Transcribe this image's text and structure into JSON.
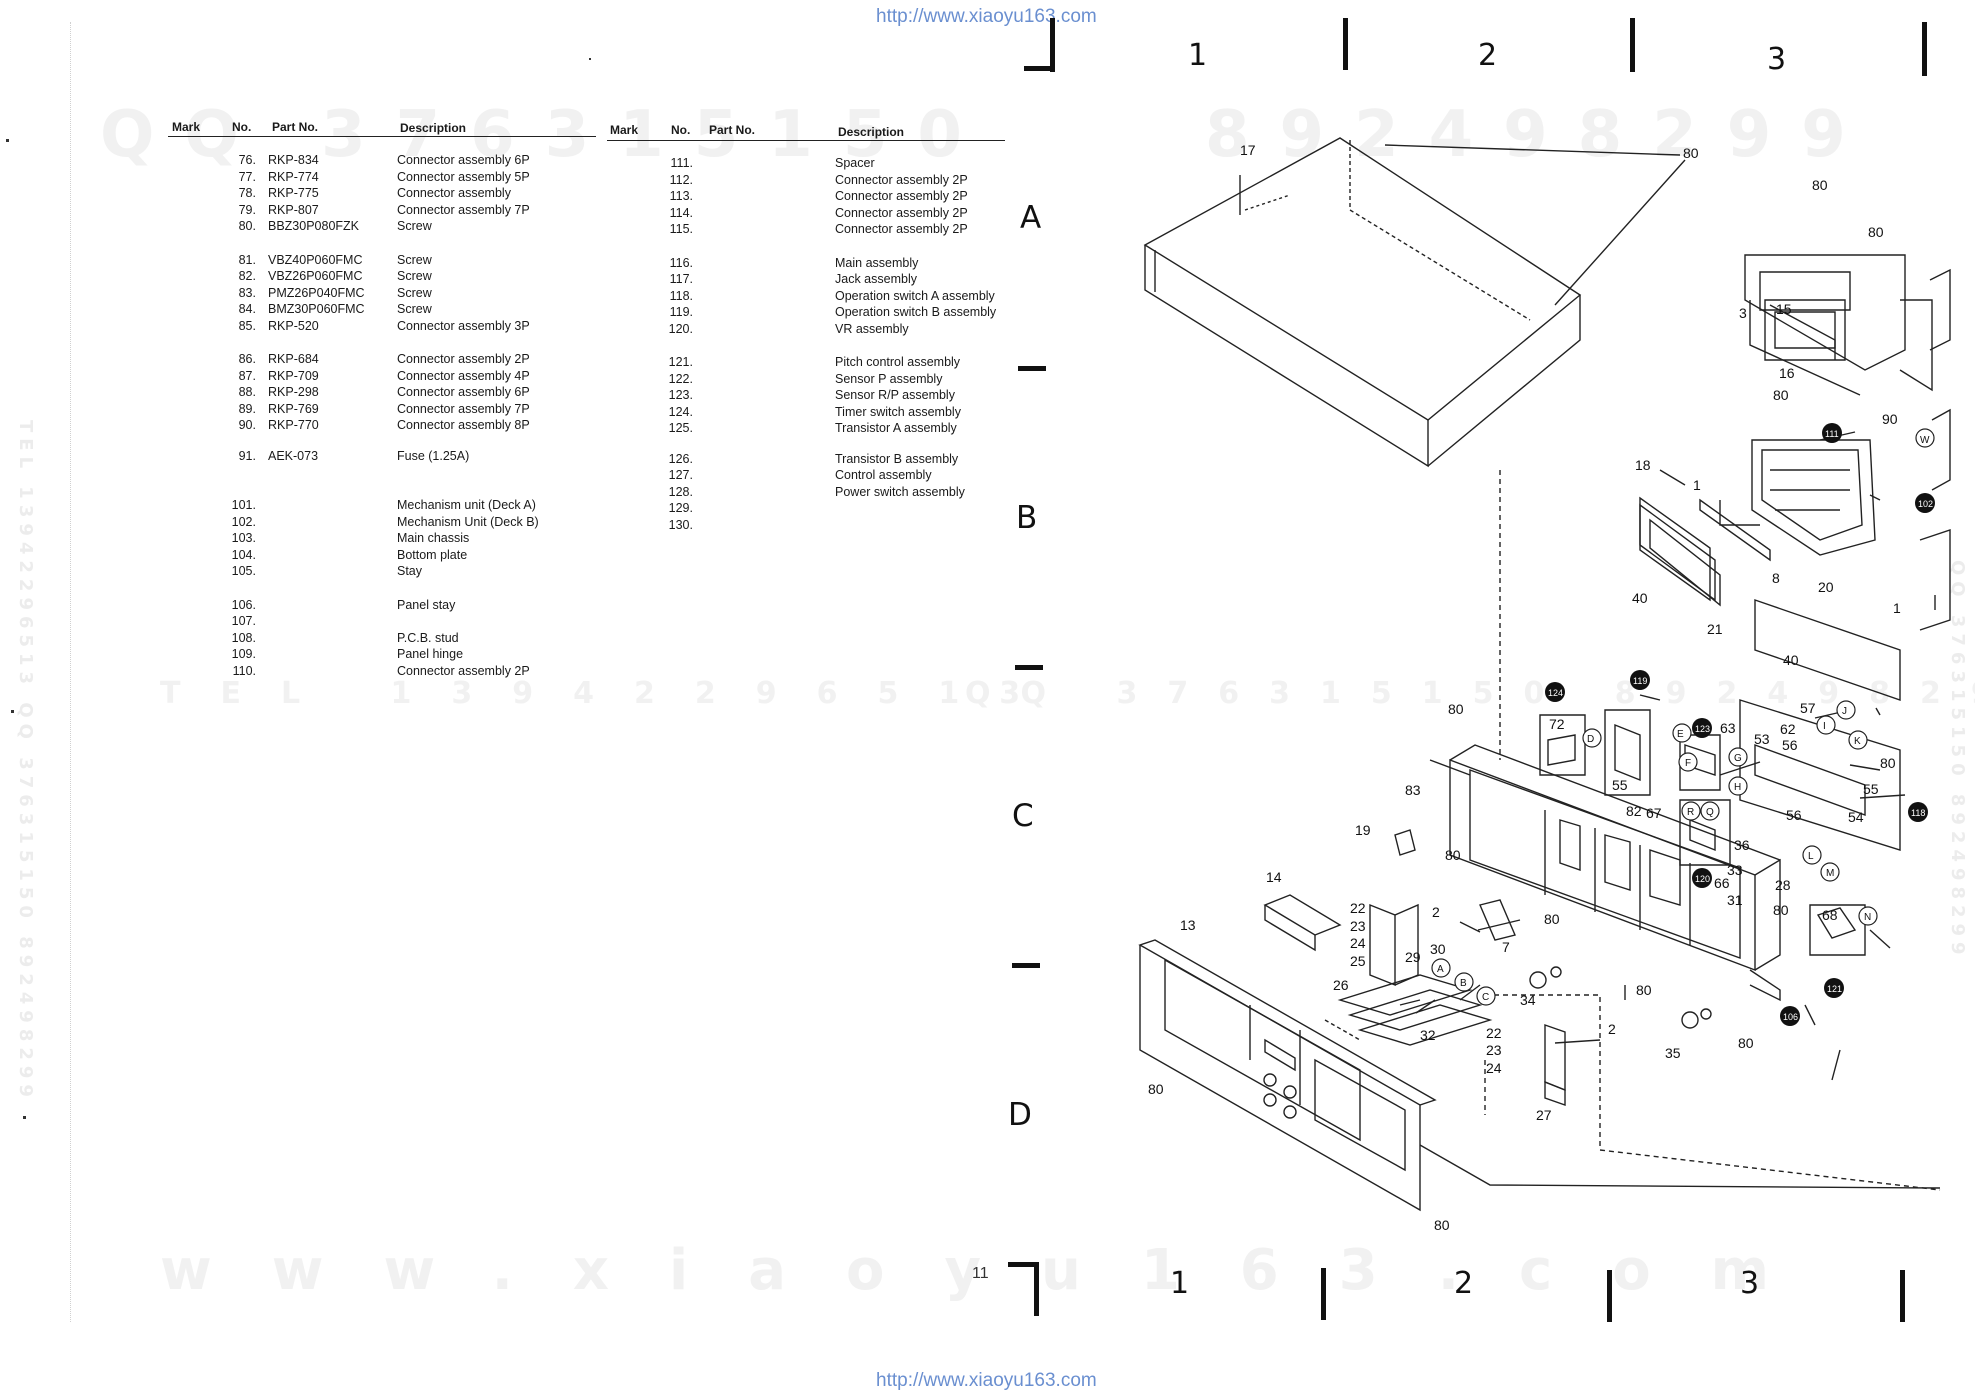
{
  "watermarks": {
    "url_top": "http://www.xiaoyu163.com",
    "url_bottom": "http://www.xiaoyu163.com",
    "qq_left": "QQ 376315150",
    "qq_right": "892498299",
    "tel_left": "TEL 13942296513",
    "qq_mid": "QQ 376315150 892498299",
    "site": "www.xiaoyu163.com",
    "side_left": "TEL 13942296513 QQ 376315150 892498299",
    "side_right": "QQ 376315150 892498299"
  },
  "page_number": "11",
  "table_left": {
    "headers": {
      "mark": "Mark",
      "no": "No.",
      "part_no": "Part No.",
      "description": "Description"
    },
    "rows": [
      {
        "no": "76.",
        "part": "RKP-834",
        "desc": "Connector assembly 6P"
      },
      {
        "no": "77.",
        "part": "RKP-774",
        "desc": "Connector assembly 5P"
      },
      {
        "no": "78.",
        "part": "RKP-775",
        "desc": "Connector assembly"
      },
      {
        "no": "79.",
        "part": "RKP-807",
        "desc": "Connector assembly 7P"
      },
      {
        "no": "80.",
        "part": "BBZ30P080FZK",
        "desc": "Screw"
      },
      {
        "no": "81.",
        "part": "VBZ40P060FMC",
        "desc": "Screw"
      },
      {
        "no": "82.",
        "part": "VBZ26P060FMC",
        "desc": "Screw"
      },
      {
        "no": "83.",
        "part": "PMZ26P040FMC",
        "desc": "Screw"
      },
      {
        "no": "84.",
        "part": "BMZ30P060FMC",
        "desc": "Screw"
      },
      {
        "no": "85.",
        "part": "RKP-520",
        "desc": "Connector assembly 3P"
      },
      {
        "no": "86.",
        "part": "RKP-684",
        "desc": "Connector assembly 2P"
      },
      {
        "no": "87.",
        "part": "RKP-709",
        "desc": "Connector assembly 4P"
      },
      {
        "no": "88.",
        "part": "RKP-298",
        "desc": "Connector assembly 6P"
      },
      {
        "no": "89.",
        "part": "RKP-769",
        "desc": "Connector assembly 7P"
      },
      {
        "no": "90.",
        "part": "RKP-770",
        "desc": "Connector assembly 8P"
      },
      {
        "no": "91.",
        "part": "AEK-073",
        "desc": "Fuse (1.25A)"
      },
      {
        "no": "101.",
        "part": "",
        "desc": "Mechanism unit (Deck A)"
      },
      {
        "no": "102.",
        "part": "",
        "desc": "Mechanism Unit (Deck B)"
      },
      {
        "no": "103.",
        "part": "",
        "desc": "Main chassis"
      },
      {
        "no": "104.",
        "part": "",
        "desc": "Bottom plate"
      },
      {
        "no": "105.",
        "part": "",
        "desc": "Stay"
      },
      {
        "no": "106.",
        "part": "",
        "desc": "Panel stay"
      },
      {
        "no": "107.",
        "part": "",
        "desc": ""
      },
      {
        "no": "108.",
        "part": "",
        "desc": "P.C.B. stud"
      },
      {
        "no": "109.",
        "part": "",
        "desc": "Panel hinge"
      },
      {
        "no": "110.",
        "part": "",
        "desc": "Connector assembly 2P"
      }
    ]
  },
  "table_right": {
    "headers": {
      "mark": "Mark",
      "no": "No.",
      "part_no": "Part No.",
      "description": "Description"
    },
    "rows": [
      {
        "no": "111.",
        "part": "",
        "desc": "Spacer"
      },
      {
        "no": "112.",
        "part": "",
        "desc": "Connector assembly 2P"
      },
      {
        "no": "113.",
        "part": "",
        "desc": "Connector assembly 2P"
      },
      {
        "no": "114.",
        "part": "",
        "desc": "Connector assembly 2P"
      },
      {
        "no": "115.",
        "part": "",
        "desc": "Connector assembly 2P"
      },
      {
        "no": "116.",
        "part": "",
        "desc": "Main assembly"
      },
      {
        "no": "117.",
        "part": "",
        "desc": "Jack assembly"
      },
      {
        "no": "118.",
        "part": "",
        "desc": "Operation switch A assembly"
      },
      {
        "no": "119.",
        "part": "",
        "desc": "Operation switch B assembly"
      },
      {
        "no": "120.",
        "part": "",
        "desc": "VR assembly"
      },
      {
        "no": "121.",
        "part": "",
        "desc": "Pitch control assembly"
      },
      {
        "no": "122.",
        "part": "",
        "desc": "Sensor P assembly"
      },
      {
        "no": "123.",
        "part": "",
        "desc": "Sensor R/P assembly"
      },
      {
        "no": "124.",
        "part": "",
        "desc": "Timer switch assembly"
      },
      {
        "no": "125.",
        "part": "",
        "desc": "Transistor A assembly"
      },
      {
        "no": "126.",
        "part": "",
        "desc": "Transistor B assembly"
      },
      {
        "no": "127.",
        "part": "",
        "desc": "Control assembly"
      },
      {
        "no": "128.",
        "part": "",
        "desc": "Power switch assembly"
      },
      {
        "no": "129.",
        "part": "",
        "desc": ""
      },
      {
        "no": "130.",
        "part": "",
        "desc": ""
      }
    ]
  },
  "grid": {
    "columns_top": [
      "1",
      "2",
      "3"
    ],
    "columns_bottom": [
      "1",
      "2",
      "3"
    ],
    "rows": [
      "A",
      "B",
      "C",
      "D"
    ]
  },
  "callouts": {
    "c17": "17",
    "c80a": "80",
    "c80b": "80",
    "c80c": "80",
    "c3": "3",
    "c15": "15",
    "c16": "16",
    "c80d": "80",
    "c90": "90",
    "cW": "W",
    "c111": "111",
    "c18": "18",
    "c1a": "1",
    "c102": "102",
    "c40a": "40",
    "c8": "8",
    "c21": "21",
    "c20": "20",
    "c1b": "1",
    "c40b": "40",
    "c80e": "80",
    "c124": "124",
    "c72": "72",
    "cD": "D",
    "c119": "119",
    "cE": "E",
    "c55a": "55",
    "c123": "123",
    "c63": "63",
    "c57": "57",
    "c53": "53",
    "c62": "62",
    "c56a": "56",
    "cI": "I",
    "cJ": "J",
    "cK": "K",
    "c80f": "80",
    "cF": "F",
    "cG": "G",
    "cH": "H",
    "c55b": "55",
    "c118": "118",
    "c54": "54",
    "c56b": "56",
    "cR": "R",
    "cQ": "Q",
    "c82": "82",
    "c67": "67",
    "c83": "83",
    "c19": "19",
    "c36": "36",
    "cL": "L",
    "cM": "M",
    "c120": "120",
    "c66": "66",
    "c33": "33",
    "c28": "28",
    "c31": "31",
    "c80g": "80",
    "c14": "14",
    "c22a": "22",
    "c23a": "23",
    "c24a": "24",
    "c25": "25",
    "c2a": "2",
    "c7": "7",
    "c80h": "80",
    "c80i": "80",
    "c68": "68",
    "cN": "N",
    "c121": "121",
    "c13": "13",
    "c29": "29",
    "c30": "30",
    "cA": "A",
    "cB": "B",
    "cC": "C",
    "c26": "26",
    "c32": "32",
    "c34": "34",
    "c80j": "80",
    "c22b": "22",
    "c23b": "23",
    "c24b": "24",
    "c2b": "2",
    "c27": "27",
    "c35": "35",
    "c80k": "80",
    "c106": "106",
    "c80l": "80",
    "c80m": "80"
  }
}
